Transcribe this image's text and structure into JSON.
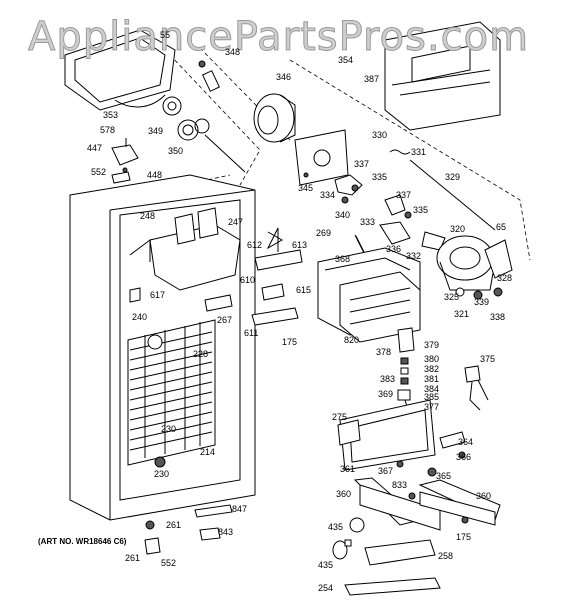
{
  "watermark": "AppliancePartsPros.com",
  "art_number": "(ART NO. WR18646 C6)",
  "part_labels": [
    "55",
    "348",
    "353",
    "349",
    "346",
    "354",
    "387",
    "578",
    "350",
    "447",
    "552",
    "448",
    "330",
    "331",
    "337",
    "345",
    "334",
    "335",
    "329",
    "340",
    "333",
    "337",
    "335",
    "248",
    "247",
    "612",
    "613",
    "269",
    "320",
    "65",
    "336",
    "332",
    "368",
    "610",
    "615",
    "617",
    "325",
    "328",
    "339",
    "321",
    "338",
    "267",
    "611",
    "175",
    "820",
    "240",
    "228",
    "379",
    "380",
    "378",
    "382",
    "381",
    "383",
    "384",
    "375",
    "369",
    "385",
    "377",
    "275",
    "230",
    "364",
    "366",
    "214",
    "230",
    "361",
    "367",
    "365",
    "833",
    "847",
    "360",
    "360",
    "261",
    "843",
    "435",
    "175",
    "258",
    "435",
    "261",
    "552",
    "254"
  ]
}
